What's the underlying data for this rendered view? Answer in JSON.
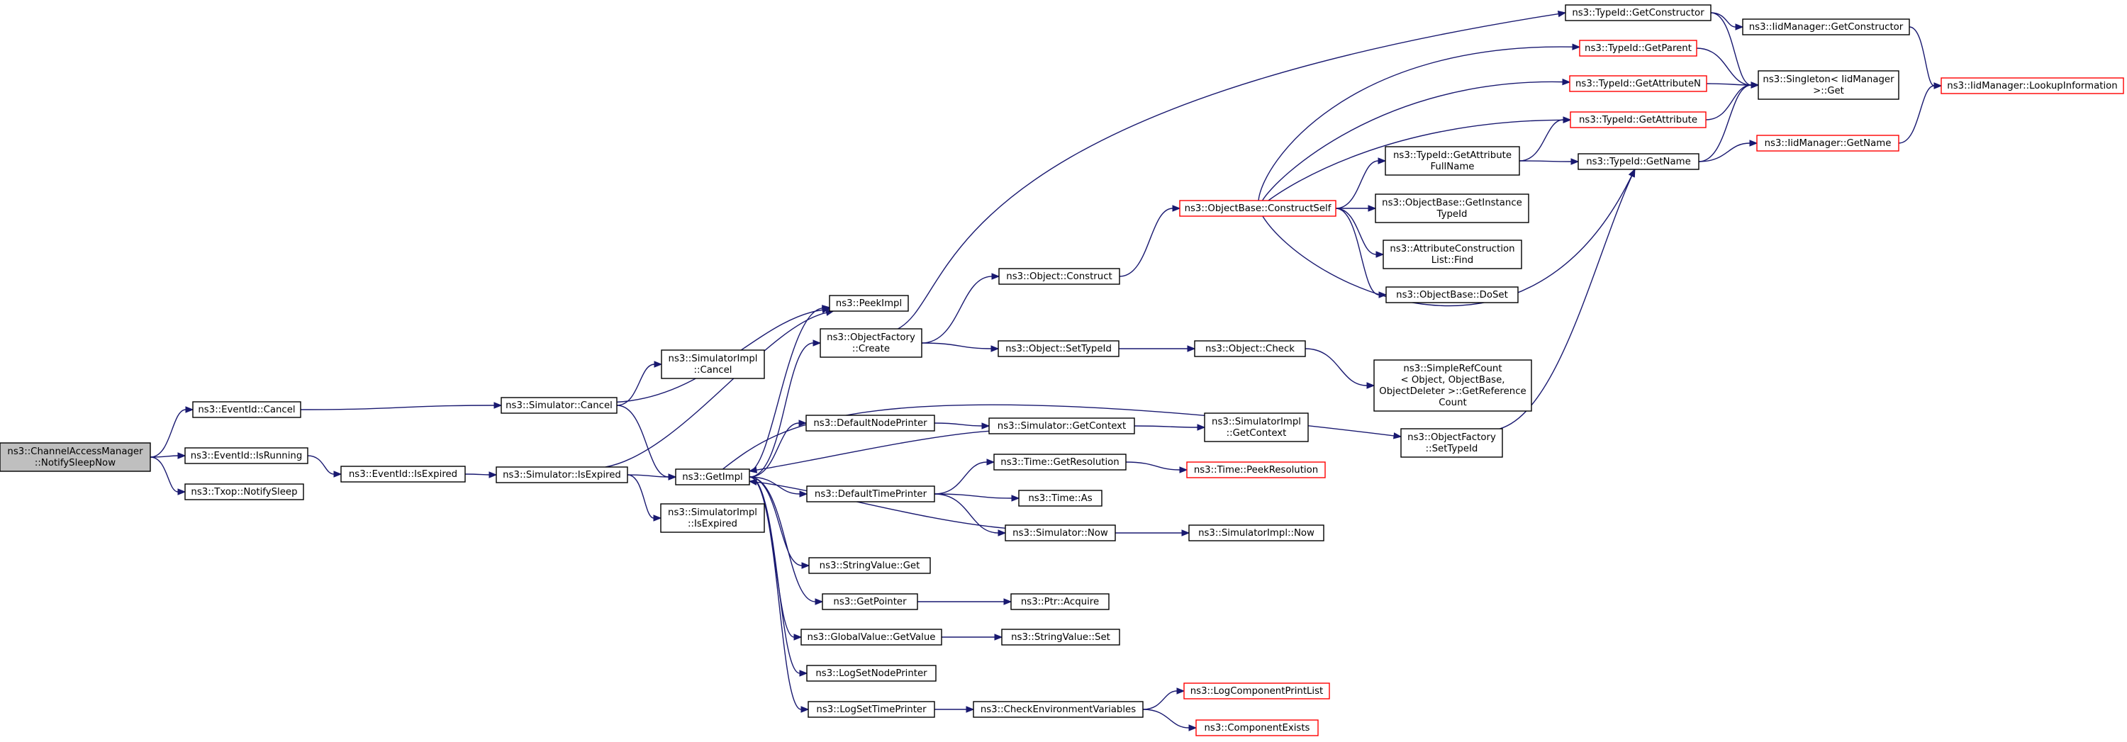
{
  "colors": {
    "edge": "#191970",
    "normal_border": "#000000",
    "truncated_border": "#ff0000",
    "root_fill": "#bfbfbf",
    "node_fill": "#ffffff"
  },
  "nodes": [
    {
      "id": "root",
      "lines": [
        "ns3::ChannelAccessManager",
        "::NotifySleepNow"
      ],
      "style": "root"
    },
    {
      "id": "eid_cancel",
      "lines": [
        "ns3::EventId::Cancel"
      ],
      "style": "normal"
    },
    {
      "id": "eid_isrunning",
      "lines": [
        "ns3::EventId::IsRunning"
      ],
      "style": "normal"
    },
    {
      "id": "txop_notifysleep",
      "lines": [
        "ns3::Txop::NotifySleep"
      ],
      "style": "normal"
    },
    {
      "id": "sim_cancel",
      "lines": [
        "ns3::Simulator::Cancel"
      ],
      "style": "normal"
    },
    {
      "id": "eid_isexpired",
      "lines": [
        "ns3::EventId::IsExpired"
      ],
      "style": "normal"
    },
    {
      "id": "simimpl_cancel",
      "lines": [
        "ns3::SimulatorImpl",
        "::Cancel"
      ],
      "style": "normal"
    },
    {
      "id": "peekimpl",
      "lines": [
        "ns3::PeekImpl"
      ],
      "style": "normal"
    },
    {
      "id": "getimpl",
      "lines": [
        "ns3::GetImpl"
      ],
      "style": "normal"
    },
    {
      "id": "sim_isexpired",
      "lines": [
        "ns3::Simulator::IsExpired"
      ],
      "style": "normal"
    },
    {
      "id": "simimpl_isexpired",
      "lines": [
        "ns3::SimulatorImpl",
        "::IsExpired"
      ],
      "style": "normal"
    },
    {
      "id": "objfactory_create",
      "lines": [
        "ns3::ObjectFactory",
        "::Create"
      ],
      "style": "normal"
    },
    {
      "id": "defaultnodeprinter",
      "lines": [
        "ns3::DefaultNodePrinter"
      ],
      "style": "normal"
    },
    {
      "id": "defaulttimeprinter",
      "lines": [
        "ns3::DefaultTimePrinter"
      ],
      "style": "normal"
    },
    {
      "id": "stringvalue_get",
      "lines": [
        "ns3::StringValue::Get"
      ],
      "style": "normal"
    },
    {
      "id": "getpointer",
      "lines": [
        "ns3::GetPointer"
      ],
      "style": "normal"
    },
    {
      "id": "globalvalue_getvalue",
      "lines": [
        "ns3::GlobalValue::GetValue"
      ],
      "style": "normal"
    },
    {
      "id": "logsetnodeprinter",
      "lines": [
        "ns3::LogSetNodePrinter"
      ],
      "style": "normal"
    },
    {
      "id": "logsettimeprinter",
      "lines": [
        "ns3::LogSetTimePrinter"
      ],
      "style": "normal"
    },
    {
      "id": "object_construct",
      "lines": [
        "ns3::Object::Construct"
      ],
      "style": "normal"
    },
    {
      "id": "object_settypeid",
      "lines": [
        "ns3::Object::SetTypeId"
      ],
      "style": "normal"
    },
    {
      "id": "sim_getcontext",
      "lines": [
        "ns3::Simulator::GetContext"
      ],
      "style": "normal"
    },
    {
      "id": "time_getresolution",
      "lines": [
        "ns3::Time::GetResolution"
      ],
      "style": "normal"
    },
    {
      "id": "time_as",
      "lines": [
        "ns3::Time::As"
      ],
      "style": "normal"
    },
    {
      "id": "sim_now",
      "lines": [
        "ns3::Simulator::Now"
      ],
      "style": "normal"
    },
    {
      "id": "ptr_acquire",
      "lines": [
        "ns3::Ptr::Acquire"
      ],
      "style": "normal"
    },
    {
      "id": "stringvalue_set",
      "lines": [
        "ns3::StringValue::Set"
      ],
      "style": "normal"
    },
    {
      "id": "checkenvvars",
      "lines": [
        "ns3::CheckEnvironmentVariables"
      ],
      "style": "normal"
    },
    {
      "id": "objbase_constructself",
      "lines": [
        "ns3::ObjectBase::ConstructSelf"
      ],
      "style": "truncated"
    },
    {
      "id": "object_check",
      "lines": [
        "ns3::Object::Check"
      ],
      "style": "normal"
    },
    {
      "id": "simimpl_getcontext",
      "lines": [
        "ns3::SimulatorImpl",
        "::GetContext"
      ],
      "style": "normal"
    },
    {
      "id": "time_peekresolution",
      "lines": [
        "ns3::Time::PeekResolution"
      ],
      "style": "truncated"
    },
    {
      "id": "simimpl_now",
      "lines": [
        "ns3::SimulatorImpl::Now"
      ],
      "style": "normal"
    },
    {
      "id": "logcomponentprintlist",
      "lines": [
        "ns3::LogComponentPrintList"
      ],
      "style": "truncated"
    },
    {
      "id": "componentexists",
      "lines": [
        "ns3::ComponentExists"
      ],
      "style": "truncated"
    },
    {
      "id": "typeid_getattributefullname",
      "lines": [
        "ns3::TypeId::GetAttribute",
        "FullName"
      ],
      "style": "normal"
    },
    {
      "id": "objbase_getinstancetypeid",
      "lines": [
        "ns3::ObjectBase::GetInstance",
        "TypeId"
      ],
      "style": "normal"
    },
    {
      "id": "attrconstructionlist_find",
      "lines": [
        "ns3::AttributeConstruction",
        "List::Find"
      ],
      "style": "normal"
    },
    {
      "id": "objbase_doset",
      "lines": [
        "ns3::ObjectBase::DoSet"
      ],
      "style": "normal"
    },
    {
      "id": "simplerefcount",
      "lines": [
        "ns3::SimpleRefCount",
        "< Object, ObjectBase,",
        " ObjectDeleter >::GetReference",
        "Count"
      ],
      "style": "normal"
    },
    {
      "id": "objfactory_settypeid",
      "lines": [
        "ns3::ObjectFactory",
        "::SetTypeId"
      ],
      "style": "normal"
    },
    {
      "id": "typeid_getconstructor",
      "lines": [
        "ns3::TypeId::GetConstructor"
      ],
      "style": "normal"
    },
    {
      "id": "typeid_getparent",
      "lines": [
        "ns3::TypeId::GetParent"
      ],
      "style": "truncated"
    },
    {
      "id": "typeid_getattributen",
      "lines": [
        "ns3::TypeId::GetAttributeN"
      ],
      "style": "truncated"
    },
    {
      "id": "typeid_getattribute",
      "lines": [
        "ns3::TypeId::GetAttribute"
      ],
      "style": "truncated"
    },
    {
      "id": "typeid_getname",
      "lines": [
        "ns3::TypeId::GetName"
      ],
      "style": "normal"
    },
    {
      "id": "iidmanager_getconstructor",
      "lines": [
        "ns3::IidManager::GetConstructor"
      ],
      "style": "normal"
    },
    {
      "id": "singleton_get",
      "lines": [
        "ns3::Singleton< IidManager",
        " >::Get"
      ],
      "style": "normal"
    },
    {
      "id": "iidmanager_getname",
      "lines": [
        "ns3::IidManager::GetName"
      ],
      "style": "truncated"
    },
    {
      "id": "iidmanager_lookupinformation",
      "lines": [
        "ns3::IidManager::LookupInformation"
      ],
      "style": "truncated"
    }
  ],
  "edges": [
    [
      "root",
      "eid_cancel"
    ],
    [
      "root",
      "eid_isrunning"
    ],
    [
      "root",
      "txop_notifysleep"
    ],
    [
      "eid_cancel",
      "sim_cancel"
    ],
    [
      "eid_isrunning",
      "eid_isexpired"
    ],
    [
      "sim_cancel",
      "simimpl_cancel"
    ],
    [
      "sim_cancel",
      "peekimpl"
    ],
    [
      "sim_cancel",
      "getimpl"
    ],
    [
      "eid_isexpired",
      "sim_isexpired"
    ],
    [
      "sim_isexpired",
      "getimpl"
    ],
    [
      "sim_isexpired",
      "peekimpl"
    ],
    [
      "sim_isexpired",
      "simimpl_isexpired"
    ],
    [
      "getimpl",
      "peekimpl"
    ],
    [
      "getimpl",
      "objfactory_create"
    ],
    [
      "getimpl",
      "defaultnodeprinter"
    ],
    [
      "getimpl",
      "defaulttimeprinter"
    ],
    [
      "getimpl",
      "stringvalue_get"
    ],
    [
      "getimpl",
      "getpointer"
    ],
    [
      "getimpl",
      "globalvalue_getvalue"
    ],
    [
      "getimpl",
      "logsetnodeprinter"
    ],
    [
      "getimpl",
      "logsettimeprinter"
    ],
    [
      "getimpl",
      "objfactory_settypeid"
    ],
    [
      "objfactory_create",
      "object_construct"
    ],
    [
      "objfactory_create",
      "object_settypeid"
    ],
    [
      "objfactory_create",
      "typeid_getconstructor"
    ],
    [
      "defaultnodeprinter",
      "sim_getcontext"
    ],
    [
      "defaulttimeprinter",
      "time_getresolution"
    ],
    [
      "defaulttimeprinter",
      "time_as"
    ],
    [
      "defaulttimeprinter",
      "sim_now"
    ],
    [
      "getpointer",
      "ptr_acquire"
    ],
    [
      "globalvalue_getvalue",
      "stringvalue_set"
    ],
    [
      "logsettimeprinter",
      "checkenvvars"
    ],
    [
      "object_construct",
      "objbase_constructself"
    ],
    [
      "object_settypeid",
      "object_check"
    ],
    [
      "sim_getcontext",
      "simimpl_getcontext"
    ],
    [
      "sim_getcontext",
      "getimpl"
    ],
    [
      "time_getresolution",
      "time_peekresolution"
    ],
    [
      "sim_now",
      "simimpl_now"
    ],
    [
      "sim_now",
      "getimpl"
    ],
    [
      "checkenvvars",
      "logcomponentprintlist"
    ],
    [
      "checkenvvars",
      "componentexists"
    ],
    [
      "objbase_constructself",
      "typeid_getattributefullname"
    ],
    [
      "objbase_constructself",
      "objbase_getinstancetypeid"
    ],
    [
      "objbase_constructself",
      "attrconstructionlist_find"
    ],
    [
      "objbase_constructself",
      "objbase_doset"
    ],
    [
      "objbase_constructself",
      "typeid_getparent"
    ],
    [
      "objbase_constructself",
      "typeid_getattributen"
    ],
    [
      "objbase_constructself",
      "typeid_getattribute"
    ],
    [
      "objbase_constructself",
      "typeid_getname"
    ],
    [
      "object_check",
      "simplerefcount"
    ],
    [
      "objfactory_settypeid",
      "typeid_getname"
    ],
    [
      "typeid_getattributefullname",
      "typeid_getattribute"
    ],
    [
      "typeid_getattributefullname",
      "typeid_getname"
    ],
    [
      "typeid_getconstructor",
      "iidmanager_getconstructor"
    ],
    [
      "typeid_getconstructor",
      "singleton_get"
    ],
    [
      "typeid_getparent",
      "singleton_get"
    ],
    [
      "typeid_getattributen",
      "singleton_get"
    ],
    [
      "typeid_getattribute",
      "singleton_get"
    ],
    [
      "typeid_getname",
      "singleton_get"
    ],
    [
      "typeid_getname",
      "iidmanager_getname"
    ],
    [
      "iidmanager_getconstructor",
      "iidmanager_lookupinformation"
    ],
    [
      "iidmanager_getname",
      "iidmanager_lookupinformation"
    ]
  ]
}
